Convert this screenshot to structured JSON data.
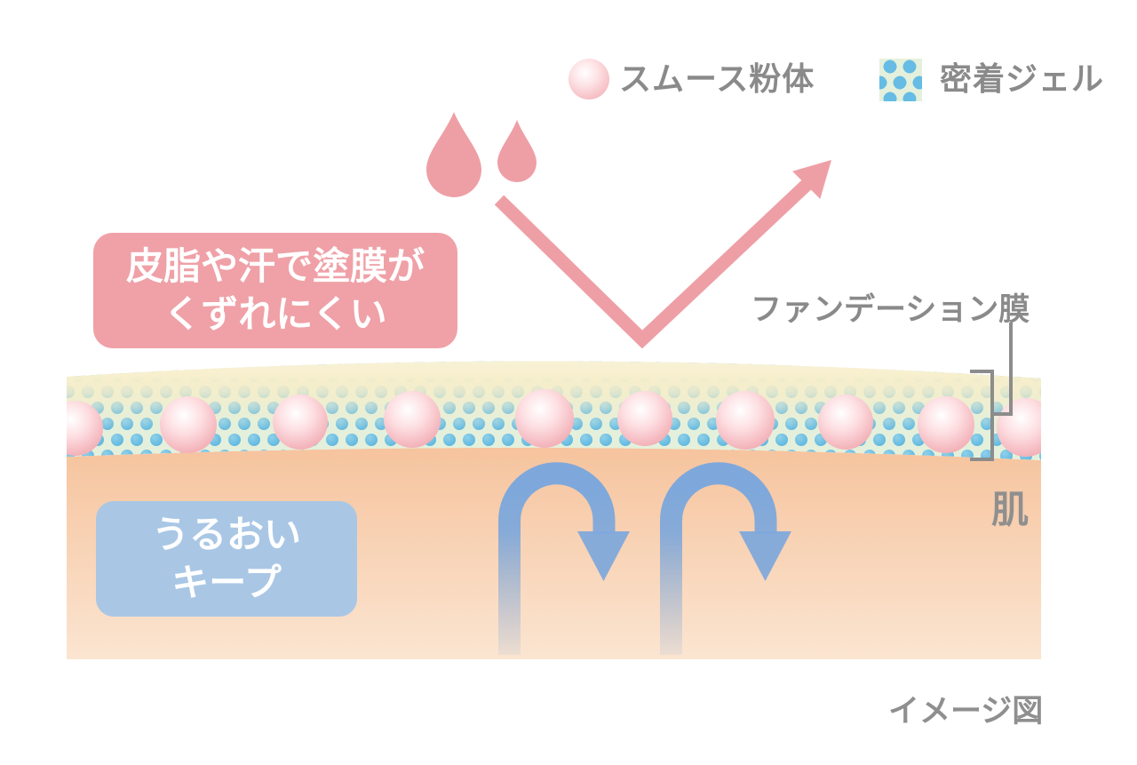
{
  "diagram": {
    "kind": "foundation-film-skin-cross-section",
    "legend": {
      "items": [
        {
          "swatch": "pink-powder-sphere",
          "label": "スムース粉体"
        },
        {
          "swatch": "blue-dotted-gel",
          "label": "密着ジェル"
        }
      ]
    },
    "annotations": {
      "sebum_note": {
        "line1": "皮脂や汗で塗膜が",
        "line2": "くずれにくい"
      },
      "foundation_film_label": "ファンデーション膜",
      "moisture_note": {
        "line1": "うるおい",
        "line2": "キープ"
      },
      "skin_label": "肌",
      "image_caption": "イメージ図"
    },
    "colors": {
      "pink_accent": "#EE9FA5",
      "pink_box_bg": "#EFA1A7",
      "blue_box_bg": "#A9C7E5",
      "moisture_arrow_blue": "#7EA8DB",
      "gel_background": "#E4F0DB",
      "gel_dot_blue": "#5FB8E1",
      "cream_film": "#F7EECB",
      "skin_gradient_top": "#F6C39D",
      "skin_gradient_bottom": "#FBE5D1",
      "powder_sphere_pink": "#F0A9B1",
      "label_gray": "#8A8A8A"
    }
  }
}
